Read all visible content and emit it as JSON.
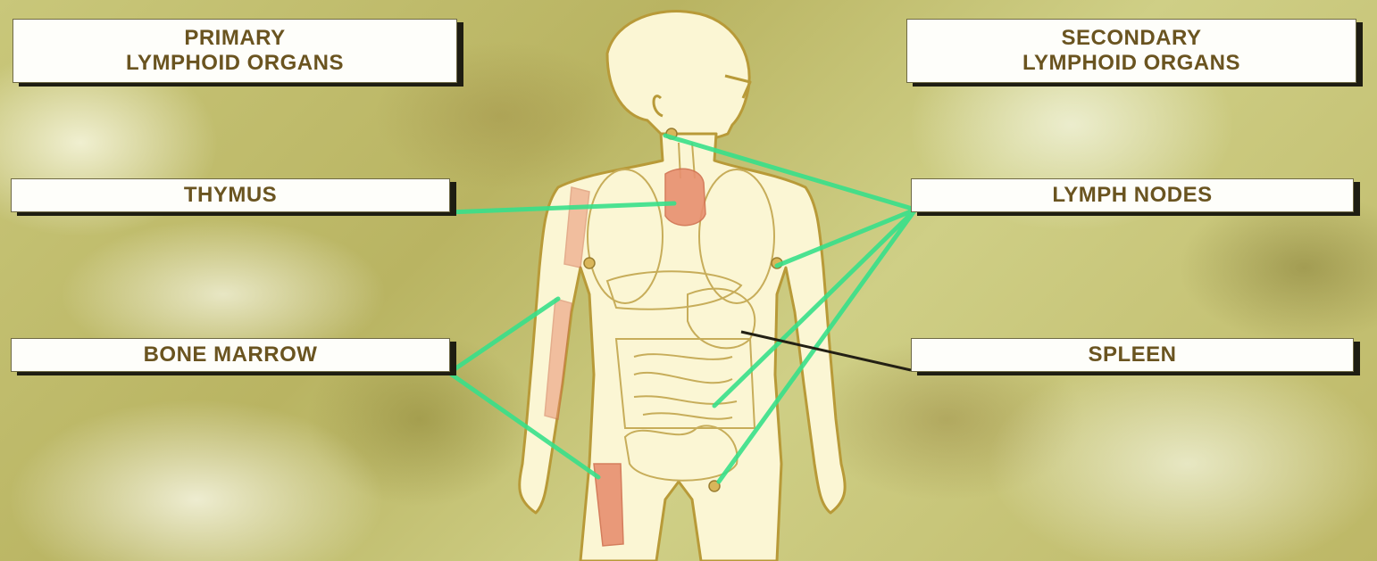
{
  "labels": {
    "primary_heading": "PRIMARY\nLYMPHOID ORGANS",
    "secondary_heading": "SECONDARY\nLYMPHOID ORGANS",
    "thymus": "THYMUS",
    "bone_marrow": "BONE MARROW",
    "lymph_nodes": "LYMPH NODES",
    "spleen": "SPLEEN"
  },
  "colors": {
    "background": "#c4c070",
    "box_fill": "#fefefa",
    "label_text": "#6a5420",
    "body_outline": "#b89a38",
    "body_fill": "#fbf6d4",
    "organ_highlight": "#e89070",
    "connector_green": "#38e08a",
    "connector_dark": "#232014"
  }
}
